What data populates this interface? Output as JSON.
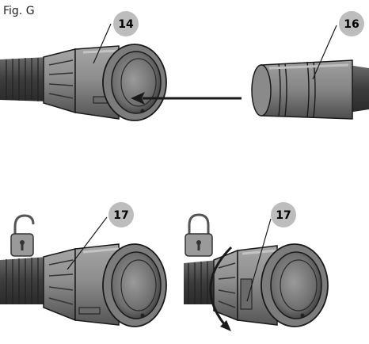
{
  "figure": {
    "label": "Fig. G"
  },
  "callouts": {
    "c14": "14",
    "c16": "16",
    "c17a": "17",
    "c17b": "17"
  },
  "colors": {
    "badge": "#bdbdbd",
    "hose": "#4a4a4a",
    "body": "#8c8c8c",
    "body_dark": "#5e5e5e",
    "body_light": "#b3b3b3",
    "line": "#1a1a1a"
  },
  "icons": {
    "unlock": "unlocked-padlock-icon",
    "lock": "locked-padlock-icon",
    "rotate": "rotation-arrow-icon"
  }
}
